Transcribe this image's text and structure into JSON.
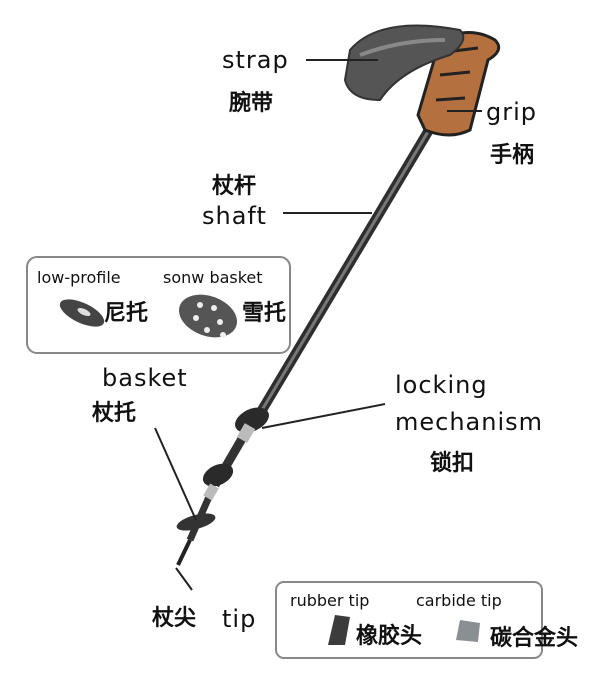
{
  "labels": {
    "strap": {
      "en": "strap",
      "cn": "腕带"
    },
    "grip": {
      "en": "grip",
      "cn": "手柄"
    },
    "shaft": {
      "en": "shaft",
      "cn": "杖杆"
    },
    "basket": {
      "en": "basket",
      "cn": "杖托"
    },
    "locking": {
      "en1": "locking",
      "en2": "mechanism",
      "cn": "锁扣"
    },
    "tip": {
      "en": "tip",
      "cn": "杖尖"
    }
  },
  "basket_box": {
    "items": [
      {
        "en": "low-profile",
        "cn": "尼托"
      },
      {
        "en": "sonw basket",
        "cn": "雪托"
      }
    ]
  },
  "tip_box": {
    "items": [
      {
        "en": "rubber tip",
        "cn": "橡胶头"
      },
      {
        "en": "carbide tip",
        "cn": "碳合金头"
      }
    ]
  },
  "colors": {
    "grip": "#b5703f",
    "pole": "#3a3a3a",
    "strap": "#555555"
  }
}
